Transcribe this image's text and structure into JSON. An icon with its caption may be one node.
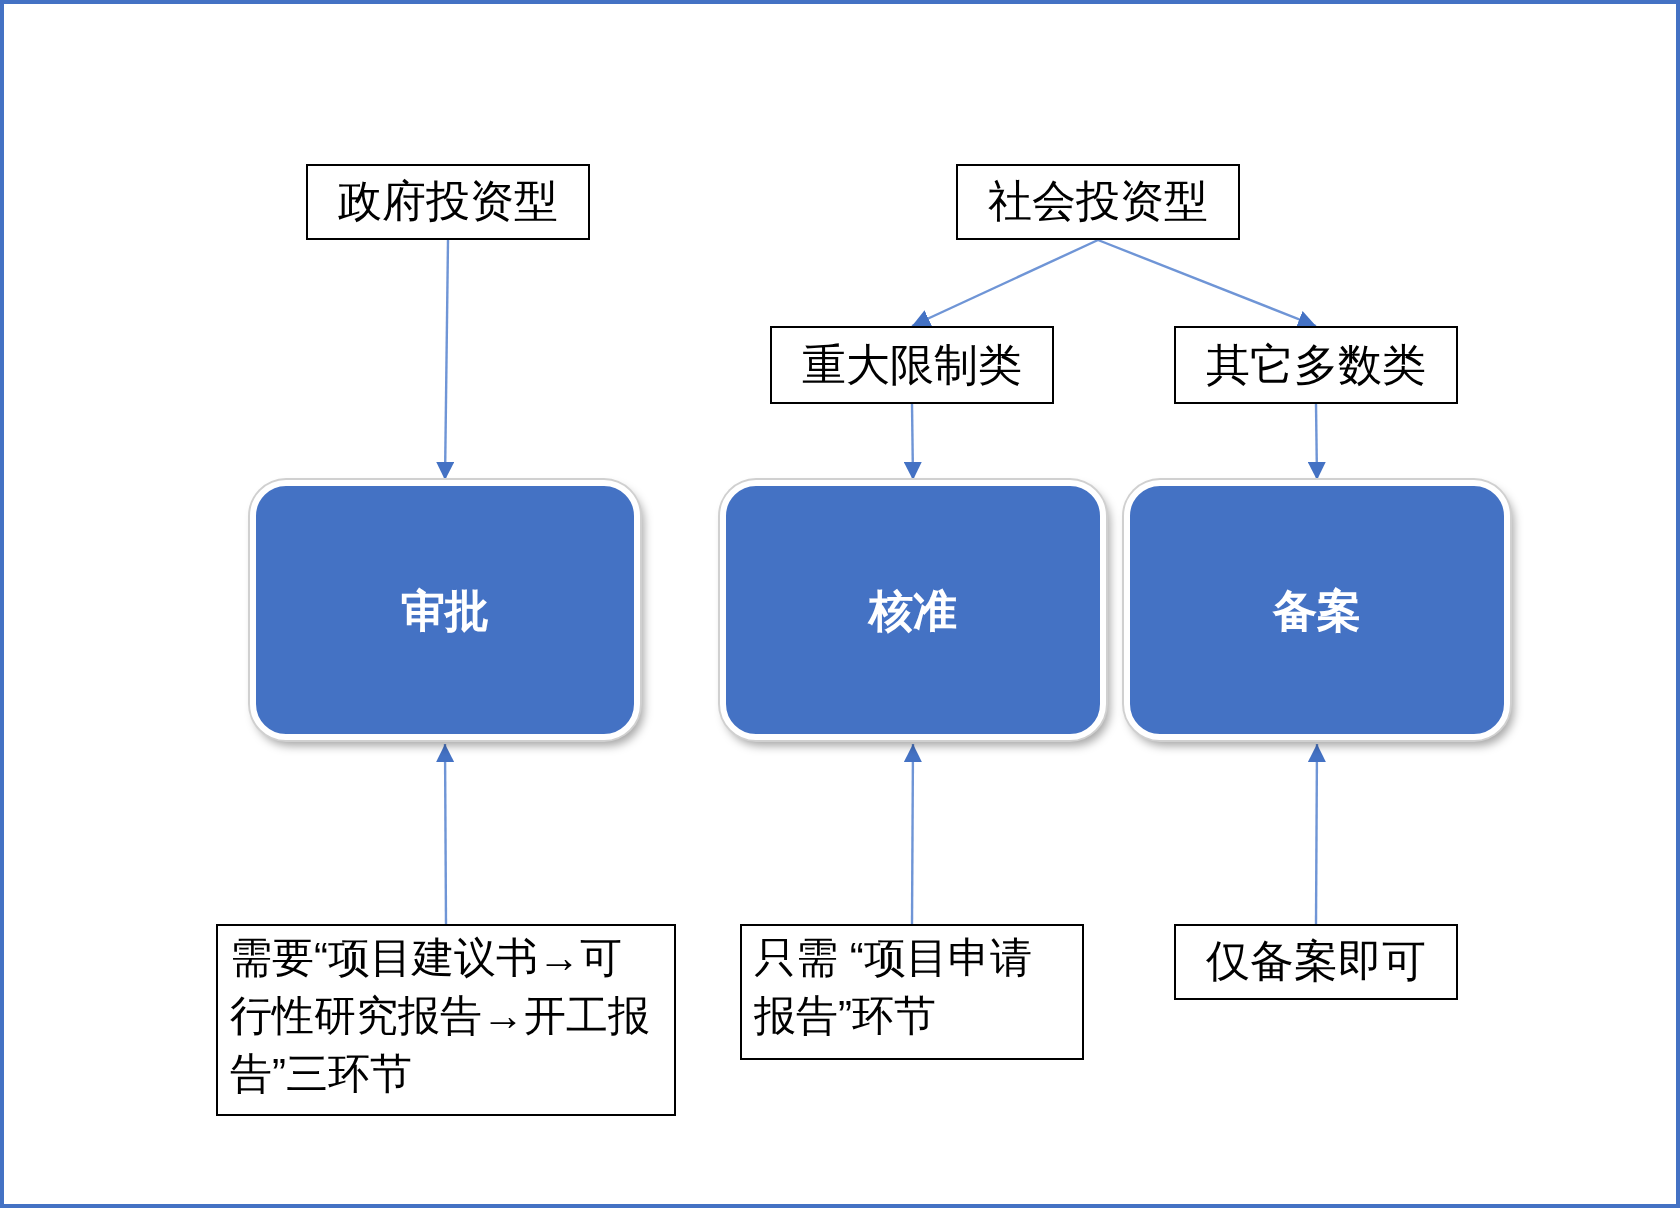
{
  "diagram": {
    "nodes": [
      {
        "text": [
          "政府投资型"
        ]
      },
      {
        "text": [
          "社会投资型"
        ]
      },
      {
        "text": [
          "重大限制类"
        ]
      },
      {
        "text": [
          "其它多数类"
        ]
      },
      {
        "text": [
          "审批"
        ]
      },
      {
        "text": [
          "核准"
        ]
      },
      {
        "text": [
          "备案"
        ]
      },
      {
        "text": [
          "需要“项目建议书→可行性研究报告→开工报告”三环节"
        ]
      },
      {
        "text": [
          "只需 “项目申请报告”环节"
        ]
      },
      {
        "text": [
          "仅备案即可"
        ]
      }
    ],
    "edges": [
      {
        "from": 0,
        "to": 4,
        "arrow": "to"
      },
      {
        "from": 1,
        "to": 2,
        "arrow": "to"
      },
      {
        "from": 1,
        "to": 3,
        "arrow": "to"
      },
      {
        "from": 2,
        "to": 5,
        "arrow": "to"
      },
      {
        "from": 3,
        "to": 6,
        "arrow": "to"
      },
      {
        "from": 7,
        "to": 4,
        "arrow": "to"
      },
      {
        "from": 8,
        "to": 5,
        "arrow": "to"
      },
      {
        "from": 9,
        "to": 6,
        "arrow": "to"
      }
    ]
  }
}
